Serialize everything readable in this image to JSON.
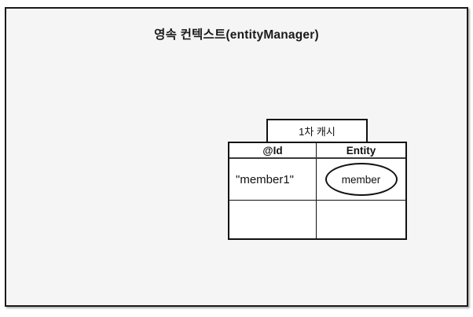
{
  "frame": {
    "title": "영속 컨텍스트(entityManager)"
  },
  "cache": {
    "label": "1차 캐시"
  },
  "table": {
    "headers": [
      "@Id",
      "Entity"
    ],
    "rows": [
      {
        "id": "\"member1\"",
        "entity": "member"
      },
      {
        "id": "",
        "entity": ""
      }
    ]
  },
  "colors": {
    "canvas_bg": "#ffffff",
    "frame_bg": "#f5f5f5",
    "line": "#1a1a1a",
    "cell_bg": "#ffffff"
  }
}
